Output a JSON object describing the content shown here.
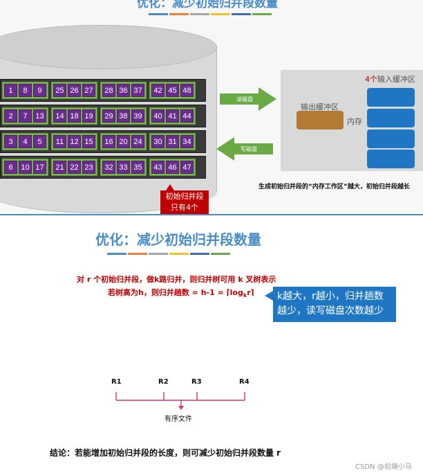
{
  "top_slide": {
    "title": "优化：减少初始归并段数量",
    "color_bar": [
      "#4a8cc6",
      "#e8803a",
      "#a5a5a5",
      "#f2c12e",
      "#3f6db0",
      "#6aaa45"
    ],
    "runs": [
      [
        [
          "1",
          "8",
          "9"
        ],
        [
          "25",
          "26",
          "27"
        ],
        [
          "28",
          "36",
          "37"
        ],
        [
          "42",
          "45",
          "48"
        ]
      ],
      [
        [
          "2",
          "7",
          "13"
        ],
        [
          "14",
          "18",
          "19"
        ],
        [
          "29",
          "38",
          "39"
        ],
        [
          "40",
          "41",
          "44"
        ]
      ],
      [
        [
          "3",
          "4",
          "5"
        ],
        [
          "11",
          "12",
          "15"
        ],
        [
          "16",
          "20",
          "24"
        ],
        [
          "30",
          "31",
          "34"
        ]
      ],
      [
        [
          "6",
          "10",
          "17"
        ],
        [
          "21",
          "22",
          "23"
        ],
        [
          "32",
          "33",
          "35"
        ],
        [
          "43",
          "46",
          "47"
        ]
      ]
    ],
    "read_arrow_label": "读磁盘",
    "write_arrow_label": "写磁盘",
    "input_buffer_count": "4个",
    "input_buffer_label": "输入缓冲区",
    "output_buffer_label": "输出缓冲区",
    "memory_label": "内存",
    "init_callout_line1": "初始归并段",
    "init_callout_line2": "只有4个",
    "caption": "生成初始归并段的“内存工作区”越大，初始归并段越长"
  },
  "bottom_slide": {
    "title": "优化：减少初始归并段数量",
    "line1": "对 r 个初始归并段，做k路归并，则归并树可用 k 叉树表示",
    "line2": "若树高为h，则归并趟数 = h-1 = ⌈log",
    "line2_sub": "k",
    "line2_end": "r⌉",
    "callout_line1": "k越大，r越小，归并趟数",
    "callout_line2": "越少，读写磁盘次数越少",
    "runs": [
      "R1",
      "R2",
      "R3",
      "R4"
    ],
    "file_label": "有序文件",
    "conclusion": "结论：若能增加初始归并段的长度，则可减少初始归并段数量 r",
    "watermark": "CSDN @前端小马"
  }
}
